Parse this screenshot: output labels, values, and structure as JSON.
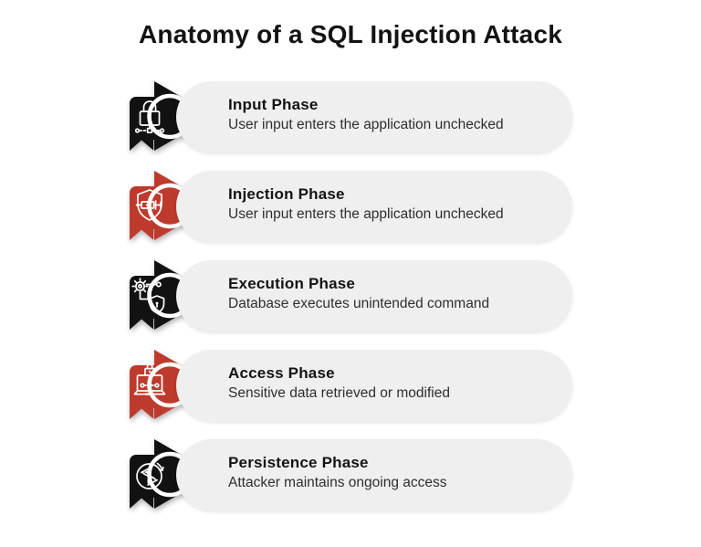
{
  "page": {
    "title": "Anatomy of a SQL Injection Attack",
    "background": "#ffffff"
  },
  "colors": {
    "black_accent": "#121212",
    "red_accent": "#bd3a2d",
    "pill_background": "#efefef",
    "icon_stroke": "#ffffff",
    "title_text": "#131313",
    "description_text": "#2e2e2e"
  },
  "rows": [
    {
      "title": "Input Phase",
      "description": "User input enters the application unchecked",
      "accent": "#121212",
      "icon": "lock-network-icon"
    },
    {
      "title": "Injection Phase",
      "description": "User input enters the application unchecked",
      "accent": "#bd3a2d",
      "icon": "shield-syringe-icon"
    },
    {
      "title": "Execution Phase",
      "description": "Database executes unintended command",
      "accent": "#121212",
      "icon": "gear-flow-shield-icon"
    },
    {
      "title": "Access Phase",
      "description": "Sensitive data retrieved or modified",
      "accent": "#bd3a2d",
      "icon": "laptop-lock-icon"
    },
    {
      "title": "Persistence Phase",
      "description": "Attacker maintains ongoing access",
      "accent": "#121212",
      "icon": "hourglass-refresh-icon"
    }
  ]
}
